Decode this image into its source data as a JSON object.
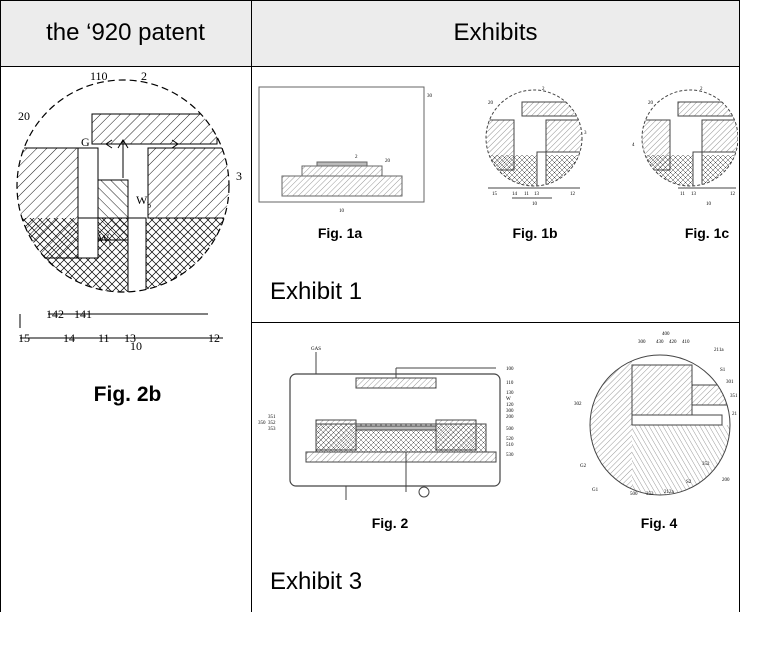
{
  "table": {
    "col1_header": "the ‘920 patent",
    "col2_header": "Exhibits"
  },
  "patent": {
    "figure_caption": "Fig. 2b",
    "labels": {
      "l110": "110",
      "l2": "2",
      "l20": "20",
      "lG": "G",
      "l3": "3",
      "lWb": "W",
      "lWbsub": "b",
      "lWt": "W",
      "lWtsub": "t",
      "l142": "142",
      "l141": "141",
      "l15": "15",
      "l14": "14",
      "l11": "11",
      "l13": "13",
      "l12": "12",
      "l10": "10"
    }
  },
  "exhibit1": {
    "label": "Exhibit 1",
    "fig1a": "Fig. 1a",
    "fig1b": "Fig. 1b",
    "fig1c": "Fig. 1c",
    "fig1a_labels": {
      "l30": "30",
      "l10": "10",
      "l2": "2",
      "l20": "20"
    },
    "fig1b_labels": {
      "l2": "2",
      "l20": "20",
      "l3": "3",
      "l15": "15",
      "l14": "14",
      "l11": "11",
      "l13": "13",
      "l12": "12",
      "l10": "10"
    },
    "fig1c_labels": {
      "l2": "2",
      "l20": "20",
      "l4": "4",
      "l11": "11",
      "l13": "13",
      "l12": "12",
      "l10": "10"
    }
  },
  "exhibit3": {
    "label": "Exhibit 3",
    "fig2": "Fig. 2",
    "fig4": "Fig. 4",
    "fig2_labels": {
      "gas": "GAS",
      "l100": "100",
      "l110": "110",
      "l130": "130",
      "lW": "W",
      "l120": "120",
      "l300": "300",
      "l200": "200",
      "l500": "500",
      "l520": "520",
      "l510": "510",
      "l530": "530",
      "l350": "350",
      "l351": "351",
      "l352": "352",
      "l353": "353"
    },
    "fig4_labels": {
      "l400": "400",
      "l300": "300",
      "l430": "430",
      "l420": "420",
      "l410": "410",
      "l211a": "211a",
      "lS1": "S1",
      "l301": "301",
      "l351": "351",
      "l302": "302",
      "l21": "21",
      "lG2": "G2",
      "lG1": "G1",
      "l500": "500",
      "l353": "353",
      "l212a": "212a",
      "lS2": "S2",
      "l352": "352",
      "l200": "200"
    }
  }
}
